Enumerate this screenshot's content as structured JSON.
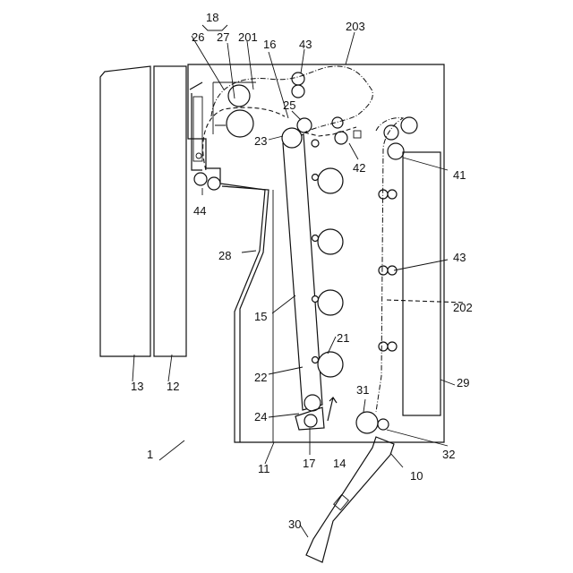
{
  "figure": {
    "labels": {
      "apparatus": "1",
      "manual_tray": "10",
      "housing": "11",
      "reader_12": "12",
      "reader_13": "13",
      "belt": "15",
      "roller_16": "16",
      "roller_17": "17",
      "group_18": "18",
      "drum_21": "21",
      "belt_22": "22",
      "roller_23": "23",
      "roller_24": "24",
      "roller_25": "25",
      "roller_26": "26",
      "roller_27": "27",
      "ref_28": "28",
      "cassette_29": "29",
      "tray_30": "30",
      "roller_31": "31",
      "roller_32": "32",
      "roller_41": "41",
      "roller_42": "42",
      "roller_43_top": "43",
      "roller_43_side": "43",
      "roller_44": "44",
      "unit_14": "14",
      "path_201": "201",
      "path_202": "202",
      "path_203": "203"
    }
  }
}
